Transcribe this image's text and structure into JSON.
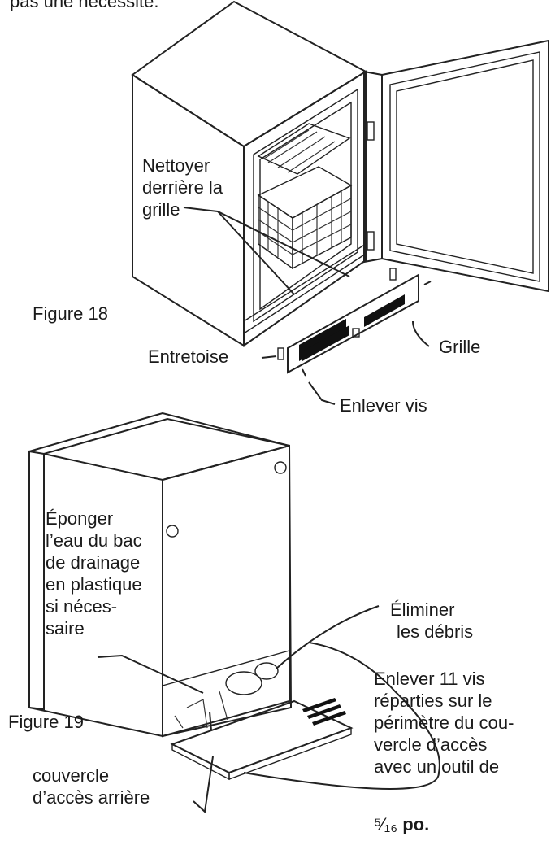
{
  "top_text": "pas une nécessité.",
  "figure18": {
    "caption": "Figure 18",
    "callout_clean": [
      "Nettoyer",
      "derrière la",
      "grille"
    ],
    "callout_spacer": "Entretoise",
    "callout_grille": "Grille",
    "callout_screws": "Enlever vis"
  },
  "figure19": {
    "caption": "Figure 19",
    "callout_sponge": [
      "Éponger",
      "l’eau du bac",
      "de drainage",
      "en plastique",
      "si néces-",
      "saire"
    ],
    "callout_debris": [
      "Éliminer",
      "les débris"
    ],
    "callout_cover": [
      "couvercle",
      "d’accès arrière"
    ],
    "callout_screws": [
      "Enlever 11 vis",
      "réparties sur le",
      "périmètre du cou-",
      "vercle d’accès",
      "avec un outil de"
    ],
    "tool_size_fraction": "⁵⁄₁₆",
    "tool_size_unit": "po."
  }
}
